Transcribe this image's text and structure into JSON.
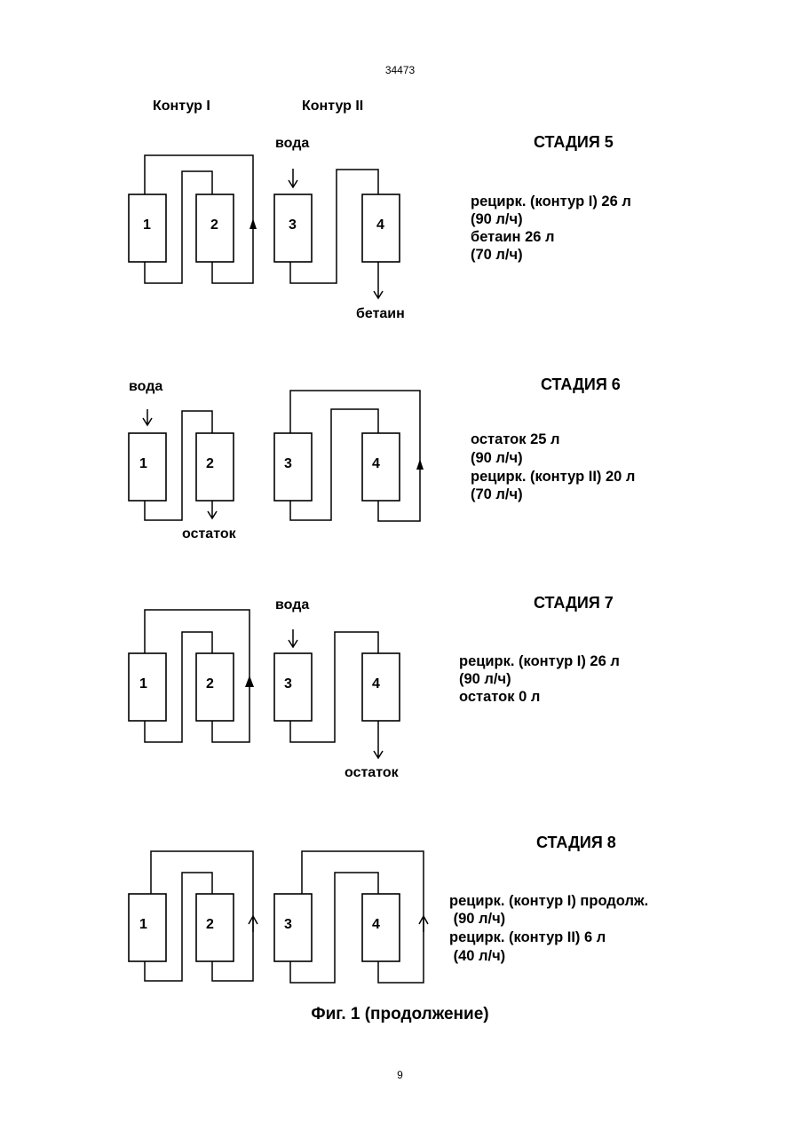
{
  "page": {
    "top_number": "34473",
    "bottom_number": "9"
  },
  "contours": {
    "contour_1": "Контур I",
    "contour_2": "Контур II"
  },
  "caption": "Фиг. 1 (продолжение)",
  "columns": [
    "1",
    "2",
    "3",
    "4"
  ],
  "stages": [
    {
      "title": "СТАДИЯ 5",
      "labels": {
        "water": "вода",
        "out": "бетаин"
      },
      "info": [
        "рецирк. (контур I)  26 л",
        "(90 л/ч)",
        "бетаин 26 л",
        "(70 л/ч)"
      ]
    },
    {
      "title": "СТАДИЯ 6",
      "labels": {
        "water": "вода",
        "out": "остаток"
      },
      "info": [
        "остаток  25 л",
        "(90 л/ч)",
        "рецирк. (контур II) 20 л",
        "(70 л/ч)"
      ]
    },
    {
      "title": "СТАДИЯ 7",
      "labels": {
        "water": "вода",
        "out": "остаток"
      },
      "info": [
        "рецирк. (контур I)    26 л",
        "(90 л/ч)",
        "остаток 0 л"
      ]
    },
    {
      "title": "СТАДИЯ 8",
      "labels": {},
      "info": [
        "рецирк. (контур I) продолж.",
        " (90 л/ч)",
        "рецирк. (контур II) 6 л",
        " (40 л/ч)"
      ]
    }
  ]
}
